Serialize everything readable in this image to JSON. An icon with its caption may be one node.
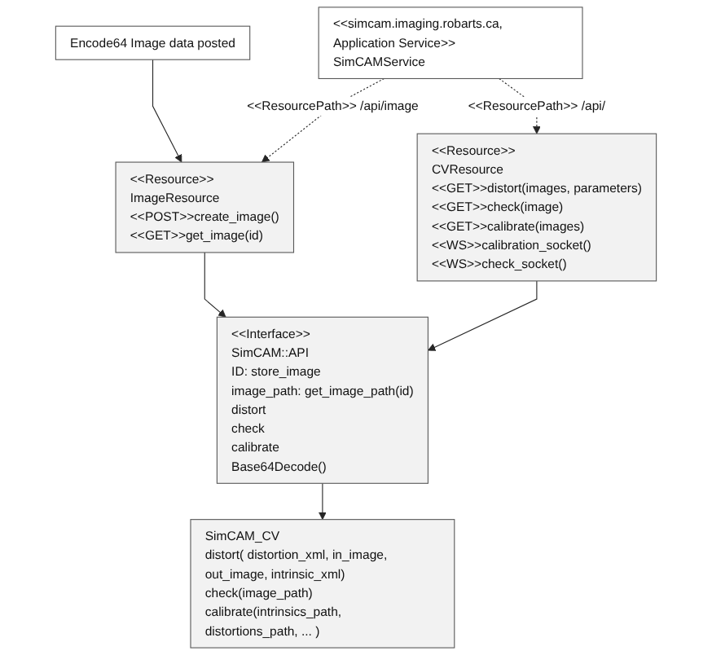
{
  "diagram": {
    "nodes": [
      {
        "text": [
          "Encode64 Image data posted"
        ]
      },
      {
        "text": [
          "<<simcam.imaging.robarts.ca, Application Service>>",
          "SimCAMService"
        ]
      },
      {
        "text": [
          "<<Resource>>",
          "ImageResource",
          "<<POST>>create_image()",
          "<<GET>>get_image(id)"
        ]
      },
      {
        "text": [
          "<<Resource>>",
          "CVResource",
          "<<GET>>distort(images, parameters)",
          "<<GET>>check(image)",
          "<<GET>>calibrate(images)",
          "<<WS>>calibration_socket()",
          "<<WS>>check_socket()"
        ]
      },
      {
        "text": [
          "<<Interface>>",
          "SimCAM::API",
          "ID: store_image",
          "image_path: get_image_path(id)",
          "distort",
          "check",
          "calibrate",
          "Base64Decode()"
        ]
      },
      {
        "text": [
          "SimCAM_CV",
          "distort( distortion_xml, in_image, out_image, intrinsic_xml)",
          "check(image_path)",
          "calibrate(intrinsics_path, distortions_path, ... )"
        ]
      }
    ],
    "edges": [
      {
        "from": 0,
        "to": 2,
        "arrow": "to"
      },
      {
        "from": 1,
        "to": 2,
        "arrow": "to",
        "label": "<<ResourcePath>> /api/image",
        "style": "dashed"
      },
      {
        "from": 1,
        "to": 3,
        "arrow": "to",
        "label": "<<ResourcePath>> /api/",
        "style": "dashed"
      },
      {
        "from": 2,
        "to": 4,
        "arrow": "to"
      },
      {
        "from": 3,
        "to": 4,
        "arrow": "to"
      },
      {
        "from": 4,
        "to": 5,
        "arrow": "to"
      }
    ]
  }
}
